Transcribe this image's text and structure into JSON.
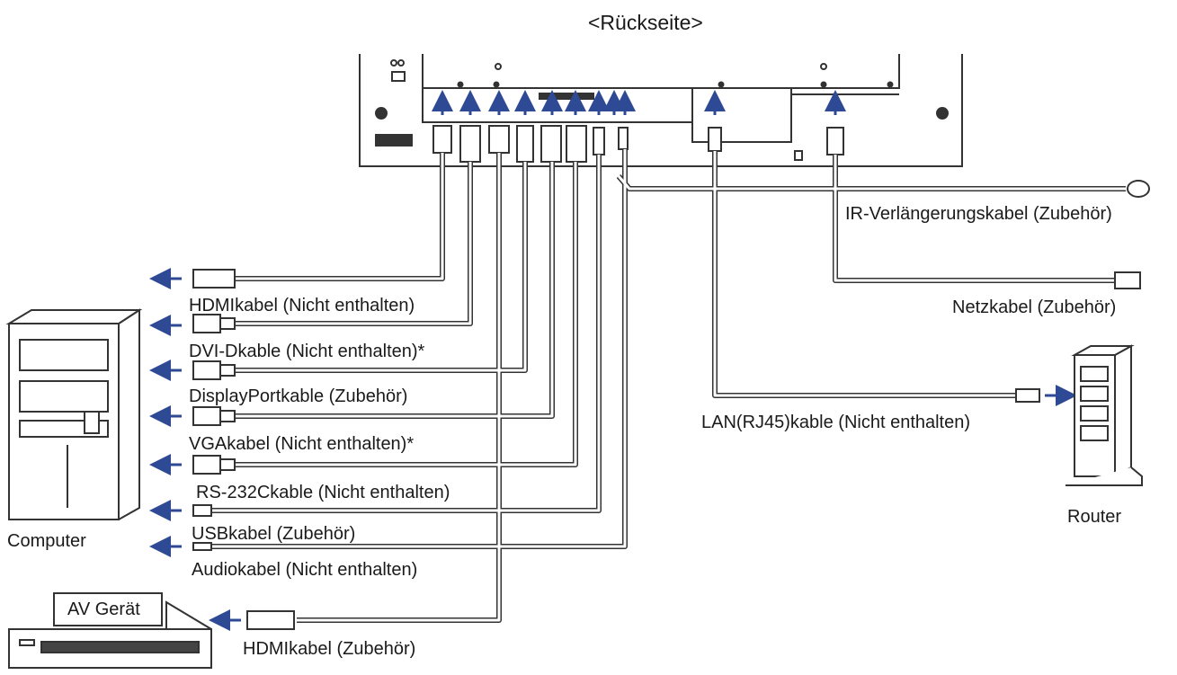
{
  "title": "<Rückseite>",
  "cables_left": [
    "HDMIkabel (Nicht enthalten)",
    "DVI-Dkable (Nicht enthalten)*",
    "DisplayPortkable (Zubehör)",
    "VGAkabel (Nicht enthalten)*",
    "RS-232Ckable (Nicht enthalten)",
    "USBkabel (Zubehör)",
    "Audiokabel (Nicht enthalten)"
  ],
  "cables_right": {
    "ir": "IR-Verlängerungskabel (Zubehör)",
    "power": "Netzkabel (Zubehör)",
    "lan": "LAN(RJ45)kable (Nicht enthalten)"
  },
  "av_cable": "HDMIkabel (Zubehör)",
  "devices": {
    "computer": "Computer",
    "av": "AV Gerät",
    "router": "Router"
  },
  "colors": {
    "arrow": "#2f4a94",
    "line": "#333333",
    "cable_fill": "#ffffff"
  }
}
